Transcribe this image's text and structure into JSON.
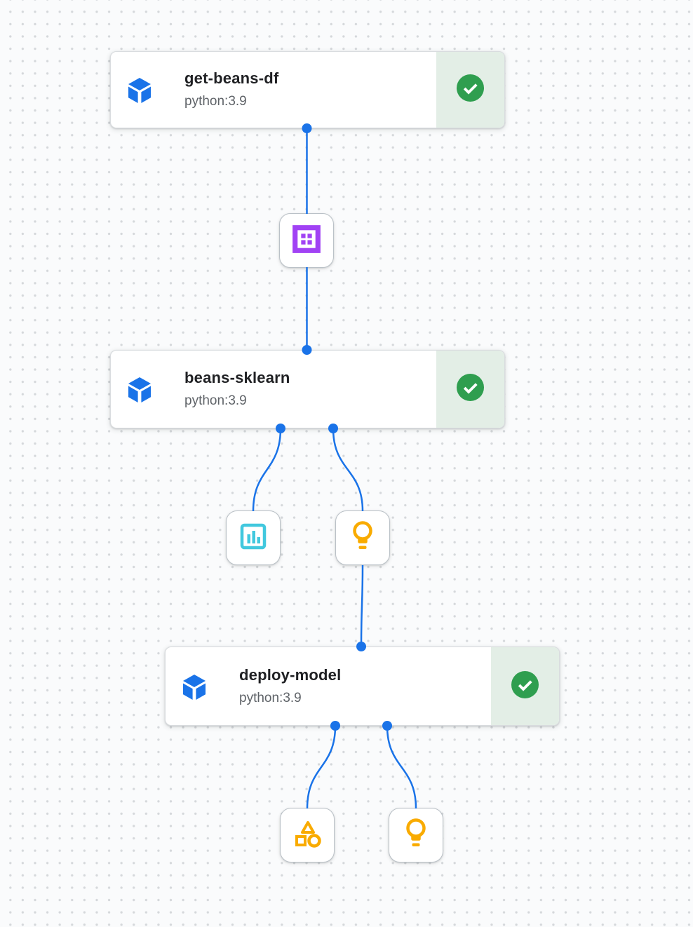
{
  "pipeline": {
    "nodes": [
      {
        "title": "get-beans-df",
        "subtitle": "python:3.9",
        "status": "succeeded"
      },
      {
        "title": "beans-sklearn",
        "subtitle": "python:3.9",
        "status": "succeeded"
      },
      {
        "title": "deploy-model",
        "subtitle": "python:3.9",
        "status": "succeeded"
      }
    ],
    "artifacts": [
      {
        "kind": "dataset",
        "icon": "dataset-grid-icon",
        "color": "#a142f4"
      },
      {
        "kind": "metrics",
        "icon": "metrics-bar-chart-icon",
        "color": "#41c8de"
      },
      {
        "kind": "model",
        "icon": "model-lightbulb-icon",
        "color": "#f9ab00"
      },
      {
        "kind": "artifact",
        "icon": "artifact-shapes-icon",
        "color": "#f9ab00"
      },
      {
        "kind": "model",
        "icon": "model-lightbulb-icon",
        "color": "#f9ab00"
      }
    ],
    "icons": {
      "component": "cube-icon",
      "status_success": "check-circle-icon"
    },
    "colors": {
      "edge_blue": "#1a73e8",
      "component_blue": "#1a73e8",
      "success_green": "#2f9e4f",
      "success_background": "#e3eee6",
      "dataset_purple": "#a142f4",
      "metrics_cyan": "#41c8de",
      "model_amber": "#f9ab00",
      "node_title_color": "#202124",
      "node_subtitle_color": "#5f6368"
    }
  }
}
